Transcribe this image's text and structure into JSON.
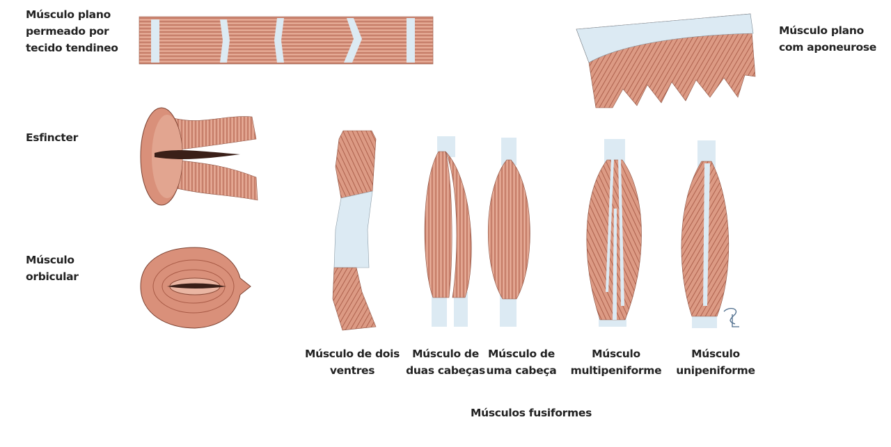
{
  "labels": {
    "flat_tendinous": [
      "Músculo plano",
      "permeado por",
      "tecido tendineo"
    ],
    "flat_aponeurosis": [
      "Músculo plano",
      "com aponeurose"
    ],
    "sphincter": [
      "Esfincter"
    ],
    "orbicular": [
      "Músculo",
      "orbicular"
    ],
    "two_bellies": [
      "Músculo de dois",
      "ventres"
    ],
    "two_heads": [
      "Músculo de",
      "duas cabeças"
    ],
    "one_head": [
      "Músculo de",
      "uma cabeça"
    ],
    "multipennate": [
      "Músculo",
      "multipeniforme"
    ],
    "unipennate": [
      "Músculo",
      "unipeniforme"
    ],
    "group_caption": "Músculos fusiformes"
  },
  "colors": {
    "muscle": "#d99580",
    "muscle_stripe": "#a85a46",
    "tendon": "#dceaf3",
    "text": "#222222"
  }
}
